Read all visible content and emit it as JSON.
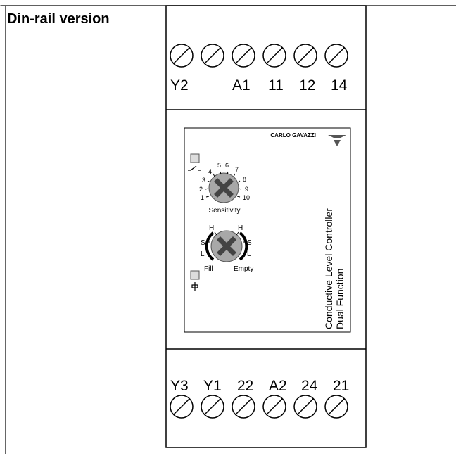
{
  "header": {
    "title": "Din-rail version"
  },
  "terminals": {
    "top": [
      "Y2",
      "A1",
      "11",
      "12",
      "14"
    ],
    "bottom": [
      "Y3",
      "Y1",
      "22",
      "A2",
      "24",
      "21"
    ]
  },
  "front_panel": {
    "brand": "CARLO GAVAZZI",
    "sensitivity": {
      "label": "Sensitivity",
      "scale": [
        "1",
        "2",
        "3",
        "4",
        "5",
        "6",
        "7",
        "8",
        "9",
        "10"
      ]
    },
    "function_knob": {
      "left_labels": [
        "H",
        "S",
        "L"
      ],
      "right_labels": [
        "H",
        "S",
        "L"
      ],
      "fill_label": "Fill",
      "empty_label": "Empty"
    },
    "product_name_line1": "Conductive Level Controller",
    "product_name_line2": "Dual Function"
  },
  "icons": [
    "relay-contact-icon",
    "supply-icon",
    "carlo-gavazzi-logo-icon",
    "screw-terminal-icon",
    "knob-icon"
  ]
}
